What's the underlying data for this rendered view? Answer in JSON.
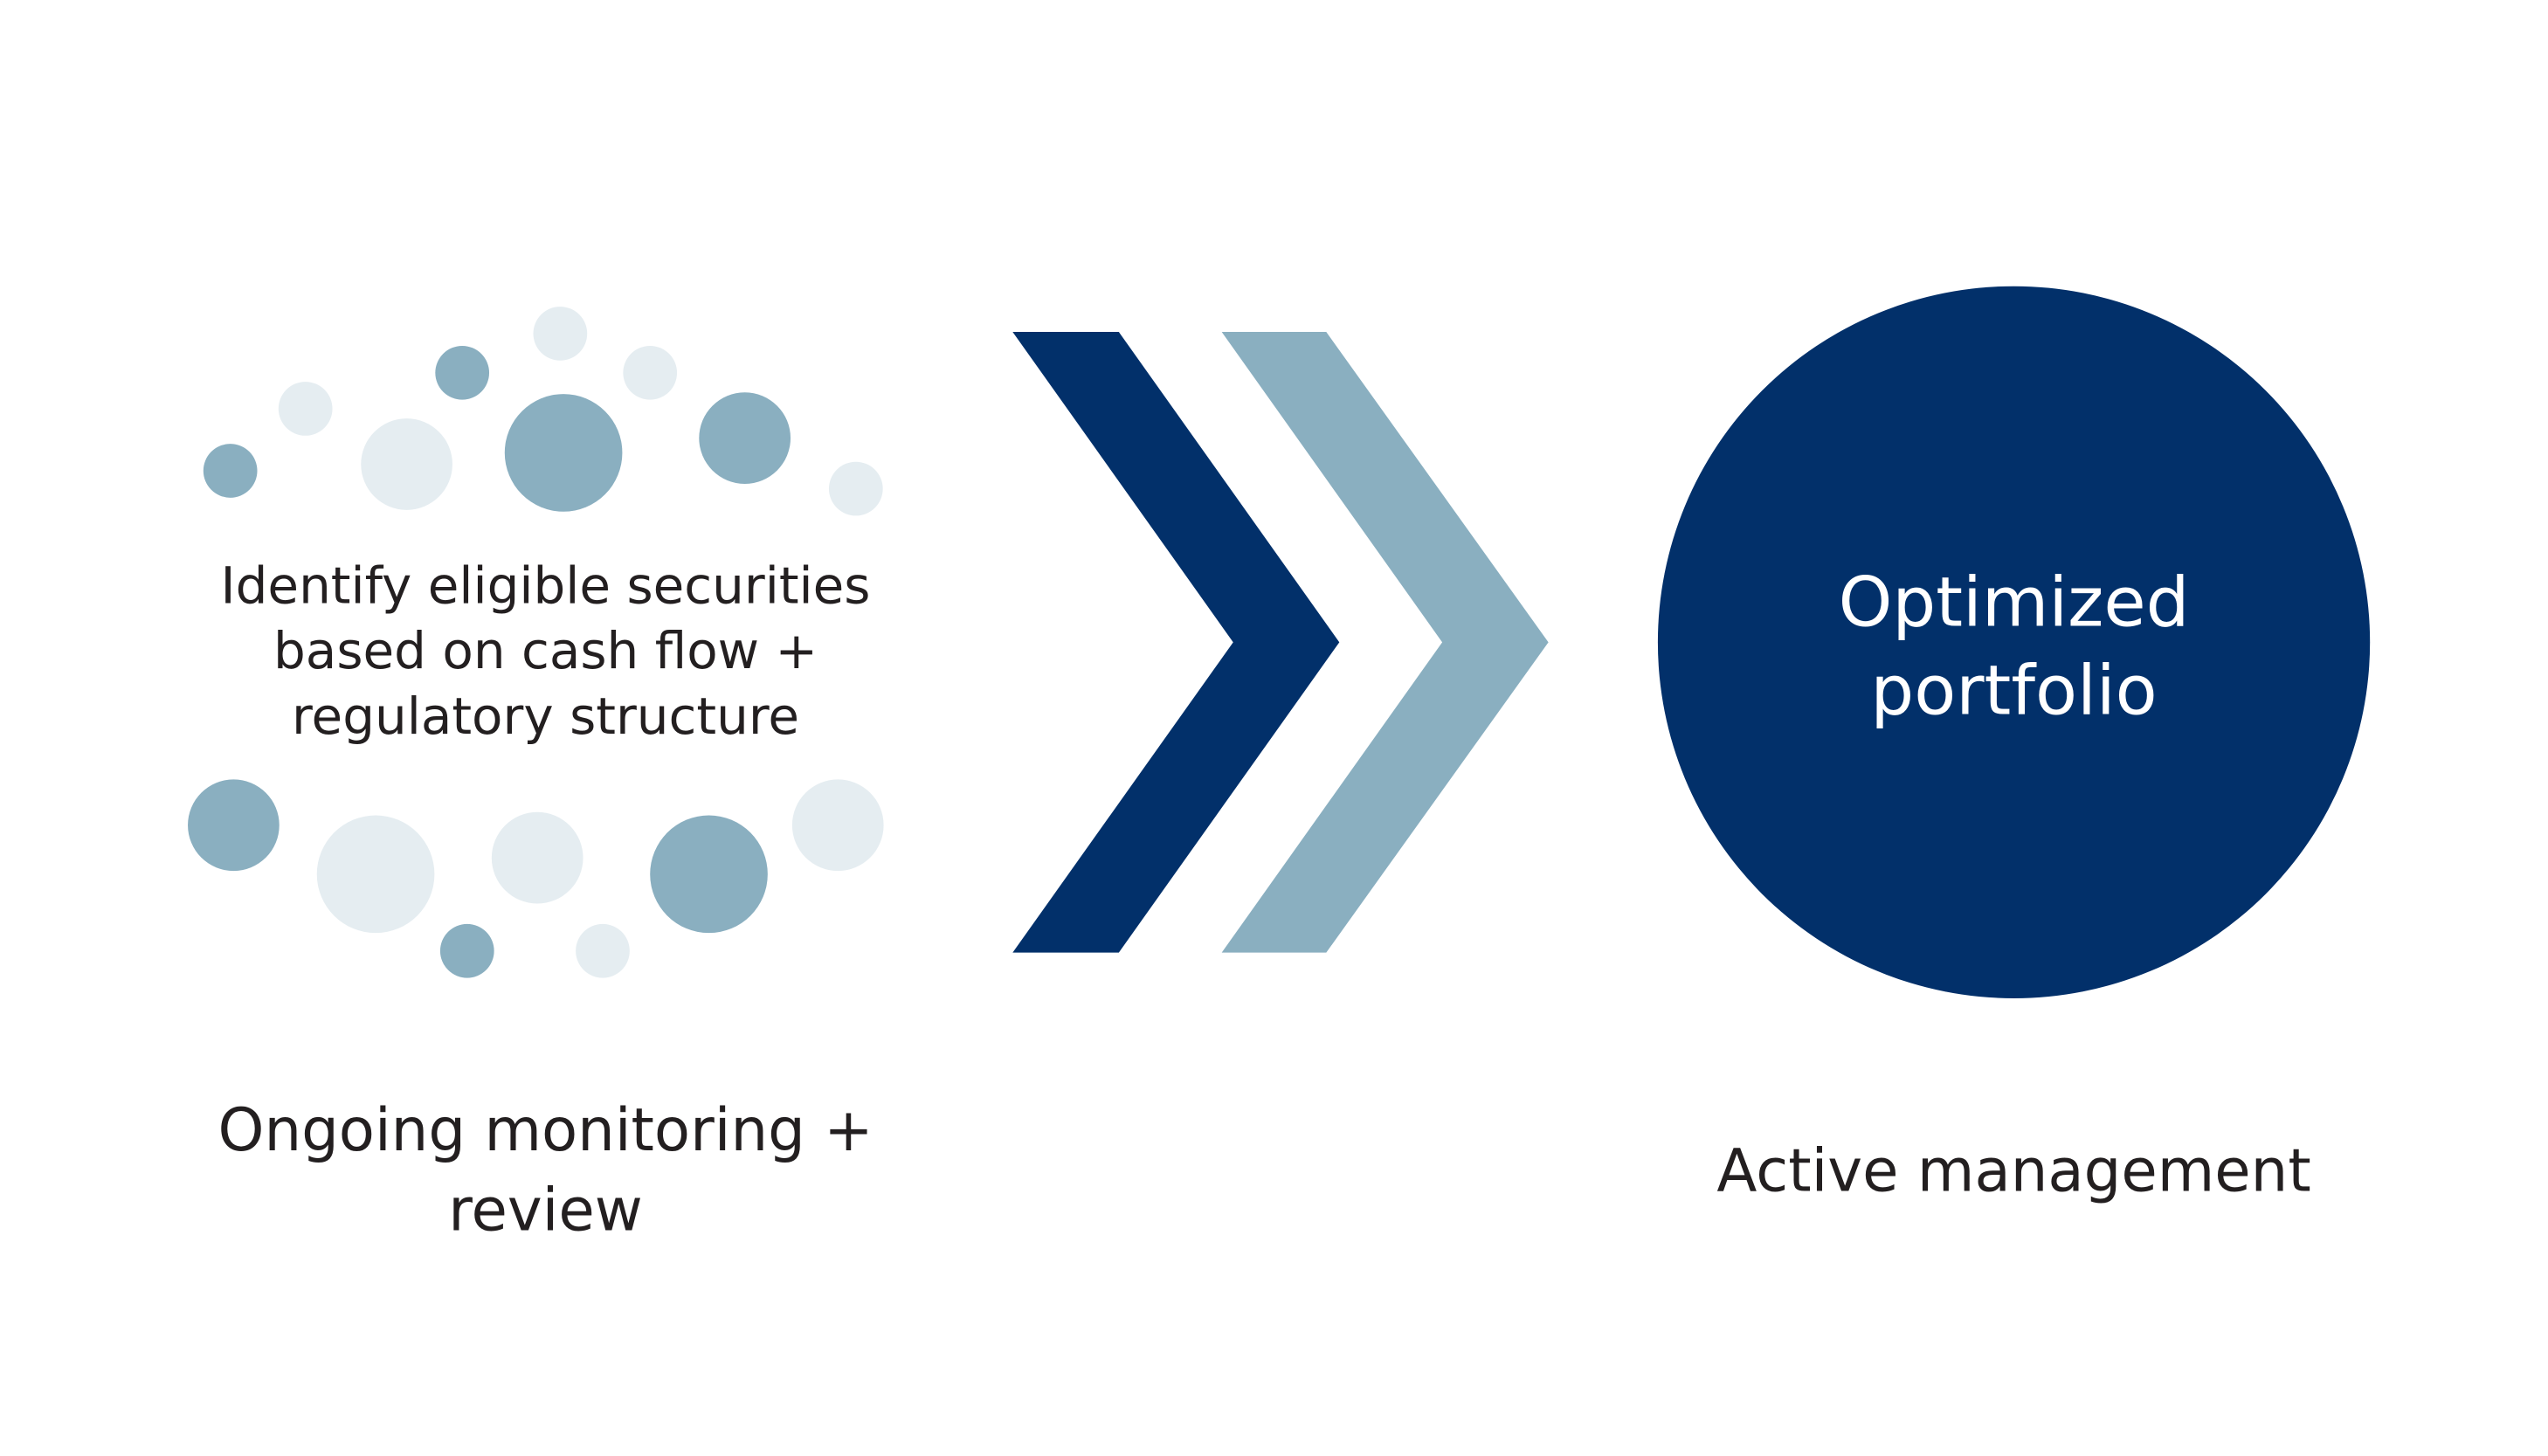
{
  "colors": {
    "navy": "#02306a",
    "steel_blue": "#8aafc0",
    "light_blue": "#e5edf1",
    "text": "#231f20",
    "background": "#ffffff"
  },
  "left_cluster": {
    "description_lines": [
      "Identify eligible securities",
      "based on cash flow +",
      "regulatory structure"
    ]
  },
  "left_caption": {
    "lines": [
      "Ongoing monitoring +",
      "review"
    ]
  },
  "result_circle": {
    "lines": [
      "Optimized",
      "portfolio"
    ]
  },
  "right_caption": {
    "text": "Active management"
  }
}
